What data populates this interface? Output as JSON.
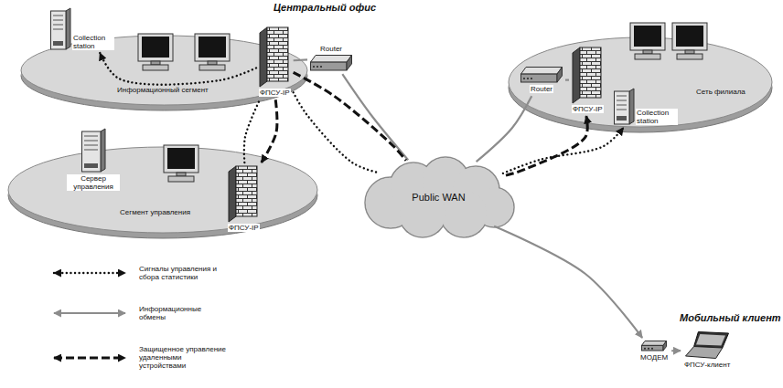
{
  "diagram": {
    "nodes": [
      {
        "text": [
          "Информационный сегмент"
        ]
      },
      {
        "text": [
          "Collection station"
        ],
        "in": 0
      },
      {
        "text": [
          "ФПСУ-IP"
        ]
      },
      {
        "text": [
          "Router"
        ]
      },
      {
        "text": [
          "Сегмент управления"
        ]
      },
      {
        "text": [
          "Сервер управления"
        ],
        "in": 4
      },
      {
        "text": [
          "ФПСУ-IP"
        ]
      },
      {
        "text": [
          "Public WAN"
        ]
      },
      {
        "text": [
          "Сеть филиала"
        ]
      },
      {
        "text": [
          "Router"
        ]
      },
      {
        "text": [
          "ФПСУ-IP"
        ]
      },
      {
        "text": [
          "Collection station"
        ],
        "in": 8
      },
      {
        "text": [
          "МОДЕМ"
        ]
      },
      {
        "text": [
          "ФПСУ-клиент"
        ]
      }
    ],
    "edges": [
      {
        "from": 2,
        "to": 3,
        "arrow": "none"
      },
      {
        "from": 3,
        "to": 7,
        "arrow": "none"
      },
      {
        "from": 7,
        "to": 9,
        "arrow": "none"
      },
      {
        "from": 9,
        "to": 10,
        "arrow": "none"
      },
      {
        "from": 7,
        "to": 12,
        "arrow": "to"
      },
      {
        "from": 12,
        "to": 13,
        "arrow": "to"
      },
      {
        "from": 2,
        "to": 1,
        "arrow": "to"
      },
      {
        "from": 6,
        "to": 2,
        "arrow": "none"
      },
      {
        "from": 2,
        "to": 7,
        "arrow": "none"
      },
      {
        "from": 7,
        "to": 11,
        "arrow": "to"
      },
      {
        "from": 2,
        "to": 6,
        "arrow": "to"
      },
      {
        "from": 2,
        "to": 7,
        "arrow": "none"
      },
      {
        "from": 7,
        "to": 10,
        "arrow": "to"
      }
    ],
    "labels": [
      "Центральный офис",
      "Мобильный клиент"
    ],
    "legend": [
      {
        "text": "Сигналы управления и сбора статистики"
      },
      {
        "text": "Информационные обмены"
      },
      {
        "text": "Защищенное управление удаленными устройствами"
      }
    ]
  }
}
